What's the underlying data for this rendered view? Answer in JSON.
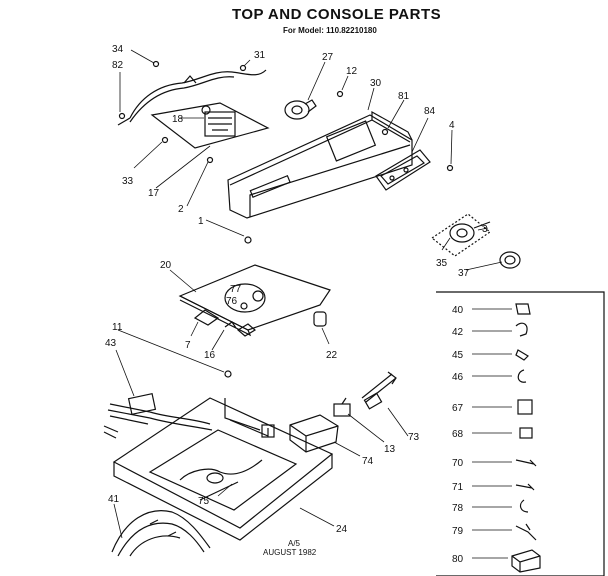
{
  "title": "TOP AND CONSOLE PARTS",
  "subtitle": "For Model: 110.82210180",
  "footer_code": "A/5",
  "footer_date": "AUGUST 1982",
  "callouts": [
    "34",
    "31",
    "82",
    "27",
    "12",
    "30",
    "81",
    "84",
    "4",
    "18",
    "33",
    "17",
    "2",
    "1",
    "3",
    "35",
    "37",
    "20",
    "77",
    "76",
    "7",
    "16",
    "22",
    "11",
    "43",
    "73",
    "13",
    "74",
    "75",
    "41",
    "24"
  ],
  "legend_parts": [
    "40",
    "42",
    "45",
    "46",
    "67",
    "68",
    "70",
    "71",
    "78",
    "79",
    "80"
  ]
}
